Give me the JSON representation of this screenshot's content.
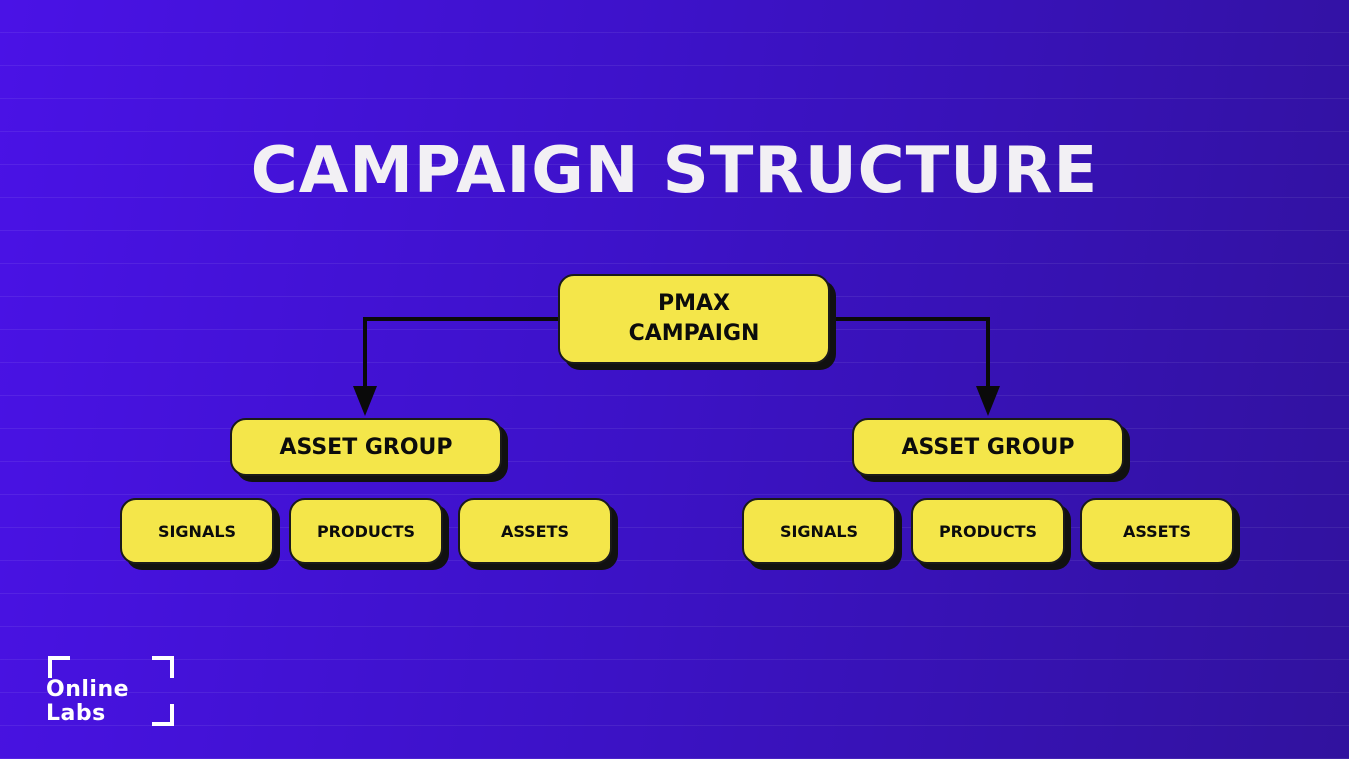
{
  "slide": {
    "title": "CAMPAIGN STRUCTURE",
    "background_color": "#4a12e6",
    "box_color": "#f4e64a"
  },
  "diagram": {
    "root": {
      "line1": "PMAX",
      "line2": "CAMPAIGN"
    },
    "groups": [
      {
        "label": "ASSET GROUP",
        "children": [
          "SIGNALS",
          "PRODUCTS",
          "ASSETS"
        ]
      },
      {
        "label": "ASSET GROUP",
        "children": [
          "SIGNALS",
          "PRODUCTS",
          "ASSETS"
        ]
      }
    ]
  },
  "logo": {
    "line1": "Online",
    "line2": "Labs"
  }
}
